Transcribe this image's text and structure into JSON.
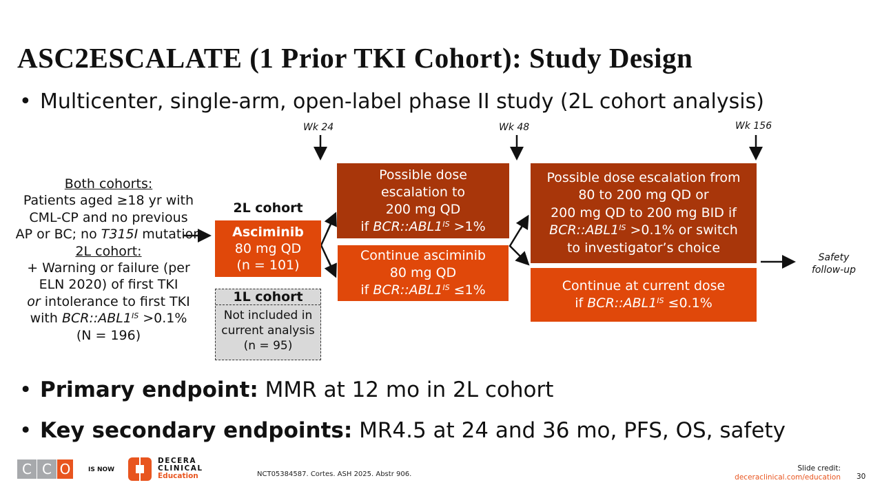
{
  "title": "ASC2ESCALATE (1 Prior TKI Cohort): Study Design",
  "bullets": {
    "design": "Multicenter, single-arm, open-label phase II study (2L cohort analysis)",
    "primary_label": "Primary endpoint:",
    "primary_text": " MMR at 12 mo in 2L cohort",
    "secondary_label": "Key secondary endpoints:",
    "secondary_text": " MR4.5 at 24 and 36 mo, PFS, OS, safety"
  },
  "timepoints": [
    "Wk 24",
    "Wk 48",
    "Wk 156"
  ],
  "eligibility": {
    "both_heading": "Both cohorts:",
    "both_l1": "Patients aged ≥18 yr with",
    "both_l2": "CML-CP and no previous",
    "both_l3a": "AP or BC; no ",
    "both_l3b": "T315I",
    "both_l3c": " mutation",
    "twol_heading": "2L cohort:",
    "twol_l1": "+ Warning or failure (per",
    "twol_l2": "ELN 2020) of first TKI",
    "twol_l3a": "or",
    "twol_l3b": " intolerance to first TKI",
    "twol_l4a": "with ",
    "twol_l4b": "BCR::ABL1",
    "twol_l4sup": "IS",
    "twol_l4c": " >0.1%",
    "total": "(N = 196)"
  },
  "cohort_2l": {
    "label": "2L cohort",
    "drug": "Asciminib",
    "dose": "80 mg QD",
    "n": "(n = 101)"
  },
  "cohort_1l": {
    "label": "1L cohort",
    "l1": "Not included in",
    "l2": "current analysis",
    "n": "(n = 95)"
  },
  "wk24_boxes": {
    "escalate_l1": "Possible dose",
    "escalate_l2": "escalation to",
    "escalate_l3": "200 mg QD",
    "escalate_if": "if ",
    "escalate_gene": "BCR::ABL1",
    "escalate_sup": "IS",
    "escalate_cond": " >1%",
    "continue_l1": "Continue asciminib",
    "continue_l2": "80 mg QD",
    "continue_if": "if ",
    "continue_gene": "BCR::ABL1",
    "continue_sup": "IS",
    "continue_cond": " ≤1%"
  },
  "wk48_boxes": {
    "escalate_l1": "Possible dose escalation from",
    "escalate_l2": "80 to 200 mg QD or",
    "escalate_l3": "200 mg QD to 200 mg BID if",
    "escalate_gene": "BCR::ABL1",
    "escalate_sup": "IS",
    "escalate_cond": " >0.1% or switch",
    "escalate_l5": "to investigator’s choice",
    "continue_l1": "Continue at current dose",
    "continue_if": "if ",
    "continue_gene": "BCR::ABL1",
    "continue_sup": "IS",
    "continue_cond": " ≤0.1%"
  },
  "safety_l1": "Safety",
  "safety_l2": "follow-up",
  "footer": {
    "cco_letters": [
      "C",
      "C",
      "O"
    ],
    "is_now": "IS NOW",
    "decera_l1": "DECERA",
    "decera_l2": "CLINICAL",
    "decera_l3": "Education",
    "reference": "NCT05384587. Cortes. ASH 2025. Abstr 906.",
    "credit_label": "Slide credit:",
    "credit_link": "deceraclinical.com/education",
    "page": "30"
  },
  "colors": {
    "dark_box": "#A8360A",
    "orange_box": "#E0480A",
    "brand_orange": "#E8551F"
  }
}
